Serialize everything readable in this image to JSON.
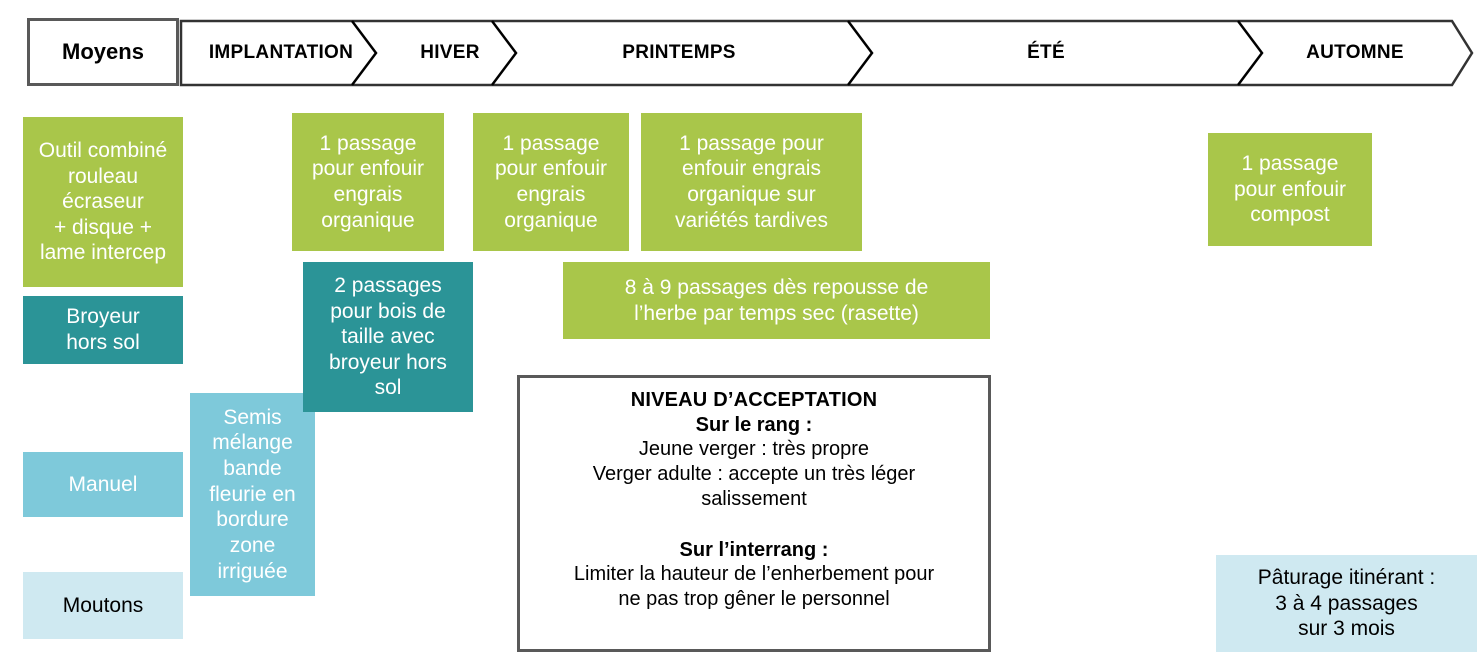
{
  "header": {
    "title_box": {
      "label": "Moyens"
    },
    "phases": [
      {
        "label": "IMPLANTATION"
      },
      {
        "label": "HIVER"
      },
      {
        "label": "PRINTEMPS"
      },
      {
        "label": "ÉTÉ"
      },
      {
        "label": "AUTOMNE"
      }
    ]
  },
  "colors": {
    "green": "#a9c64a",
    "teal": "#2b9497",
    "blue": "#7ec9da",
    "pale_blue": "#cfe9f1",
    "border_gray": "#595959",
    "text_white": "#ffffff",
    "text_black": "#000000"
  },
  "boxes": {
    "outil_combine": "Outil combiné\nrouleau\nécraseur\n+ disque +\nlame intercep",
    "broyeur_hors_sol": "Broyeur\nhors sol",
    "manuel": "Manuel",
    "moutons": "Moutons",
    "semis_melange": "Semis\nmélange\nbande\nfleurie en\nbordure\nzone\nirriguée",
    "passage_hiver": "1 passage\npour enfouir\nengrais\norganique",
    "deux_passages_bois": "2 passages\npour bois de\ntaille avec\nbroyeur hors\nsol",
    "passage_printemps": "1 passage\npour enfouir\nengrais\norganique",
    "passage_tardives": "1 passage pour\nenfouir engrais\norganique sur\nvariétés tardives",
    "huit_neuf_passages": "8 à 9 passages dès repousse de\nl’herbe par temps sec (rasette)",
    "passage_compost": "1 passage\npour enfouir\ncompost",
    "paturage": "Pâturage itinérant :\n3 à 4 passages\nsur 3 mois"
  },
  "acceptation": {
    "title": "NIVEAU D’ACCEPTATION",
    "rang_heading": "Sur le rang :",
    "rang_body": "Jeune verger : très propre\nVerger adulte : accepte  un très léger\nsalissement",
    "interrang_heading": "Sur l’interrang :",
    "interrang_body": "Limiter la hauteur de l’enherbement pour\nne pas trop gêner le personnel"
  }
}
